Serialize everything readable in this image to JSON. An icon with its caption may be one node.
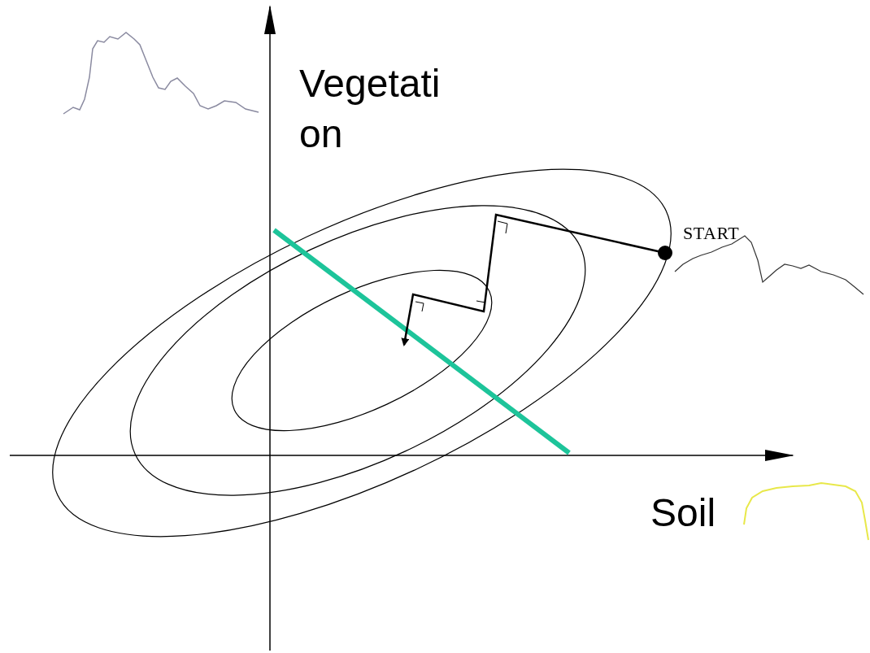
{
  "diagram": {
    "labels": [
      "Vegetati on",
      "START",
      "Soil"
    ]
  }
}
